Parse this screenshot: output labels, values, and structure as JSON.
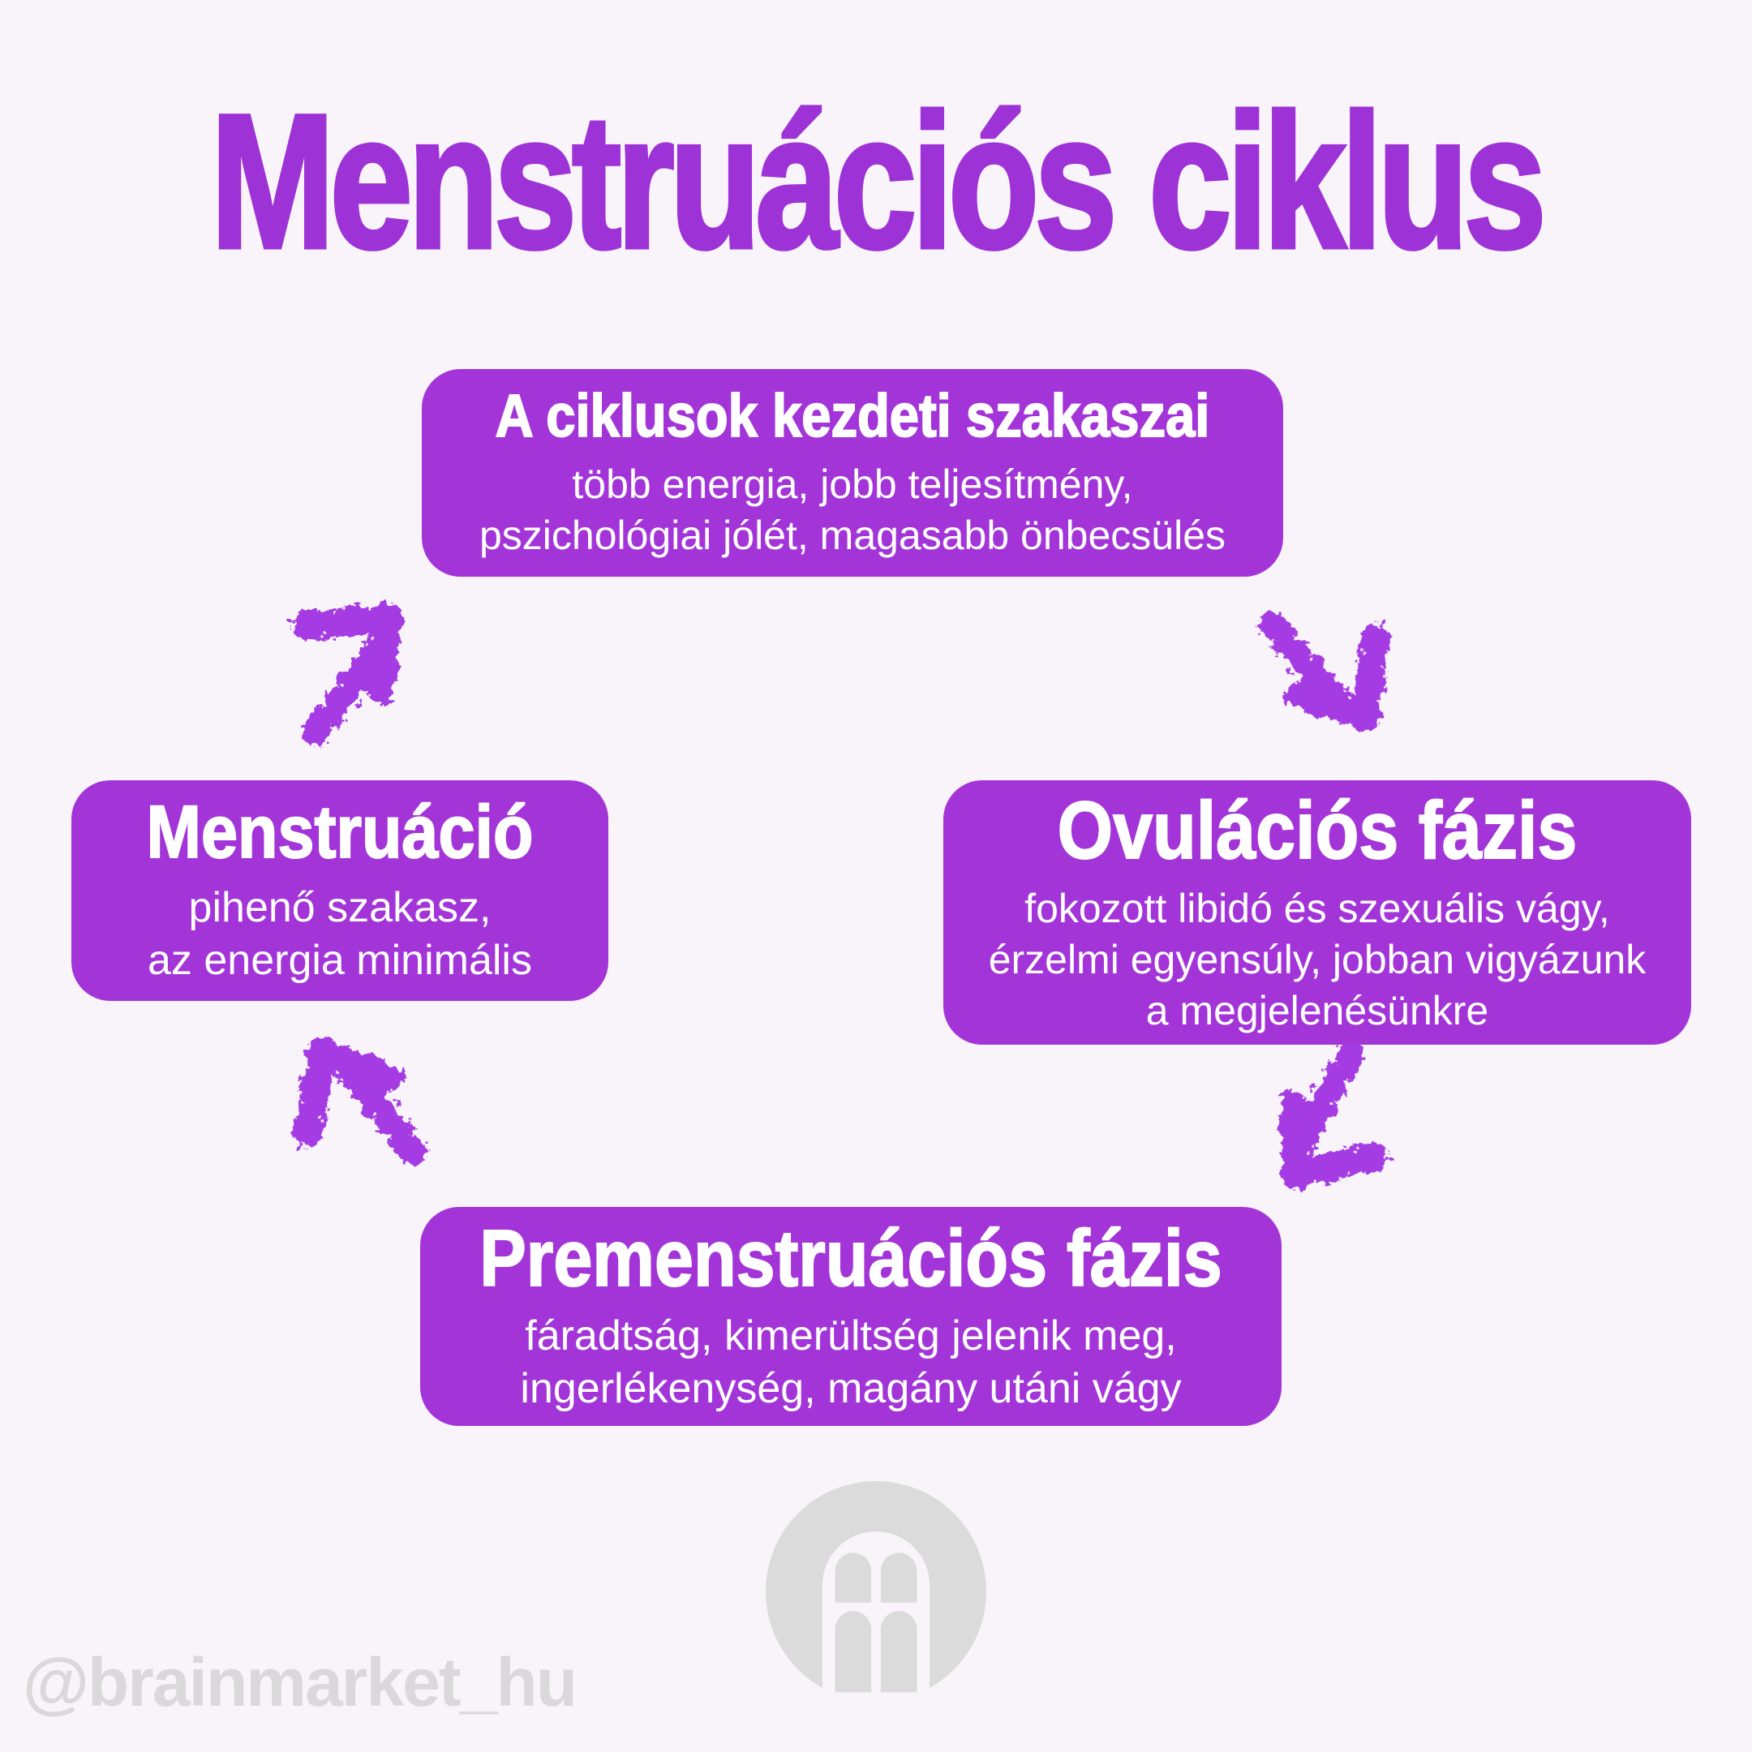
{
  "title": "Menstruációs ciklus",
  "cycle": {
    "top": {
      "heading": "A ciklusok kezdeti szakaszai",
      "body_lines": [
        "több energia, jobb teljesítmény,",
        "pszichológiai jólét, magasabb önbecsülés"
      ]
    },
    "right": {
      "heading": "Ovulációs fázis",
      "body_lines": [
        "fokozott libidó és szexuális vágy,",
        "érzelmi egyensúly, jobban vigyázunk",
        "a megjelenésünkre"
      ]
    },
    "bottom": {
      "heading": "Premenstruációs fázis",
      "body_lines": [
        "fáradtság, kimerültség jelenik meg,",
        "ingerlékenység, magány utáni vágy"
      ]
    },
    "left": {
      "heading": "Menstruáció",
      "body_lines": [
        "pihenő szakasz,",
        "az energia minimális"
      ]
    }
  },
  "arrows": [
    {
      "name": "arrow-left-to-top",
      "direction": "up-right"
    },
    {
      "name": "arrow-top-to-right",
      "direction": "down-right"
    },
    {
      "name": "arrow-right-to-bottom",
      "direction": "down-left"
    },
    {
      "name": "arrow-bottom-to-left",
      "direction": "up-left"
    }
  ],
  "watermark": "@brainmarket_hu",
  "logo": "brainmarket-logo",
  "colors": {
    "background": "#f8f4f9",
    "title_purple": "#9d33d6",
    "box_purple": "#a335d8",
    "arrow_purple": "#a53ae2",
    "text_white": "#ffffff",
    "watermark_gray": "#dbd8db",
    "logo_gray": "#dcdbdc"
  }
}
